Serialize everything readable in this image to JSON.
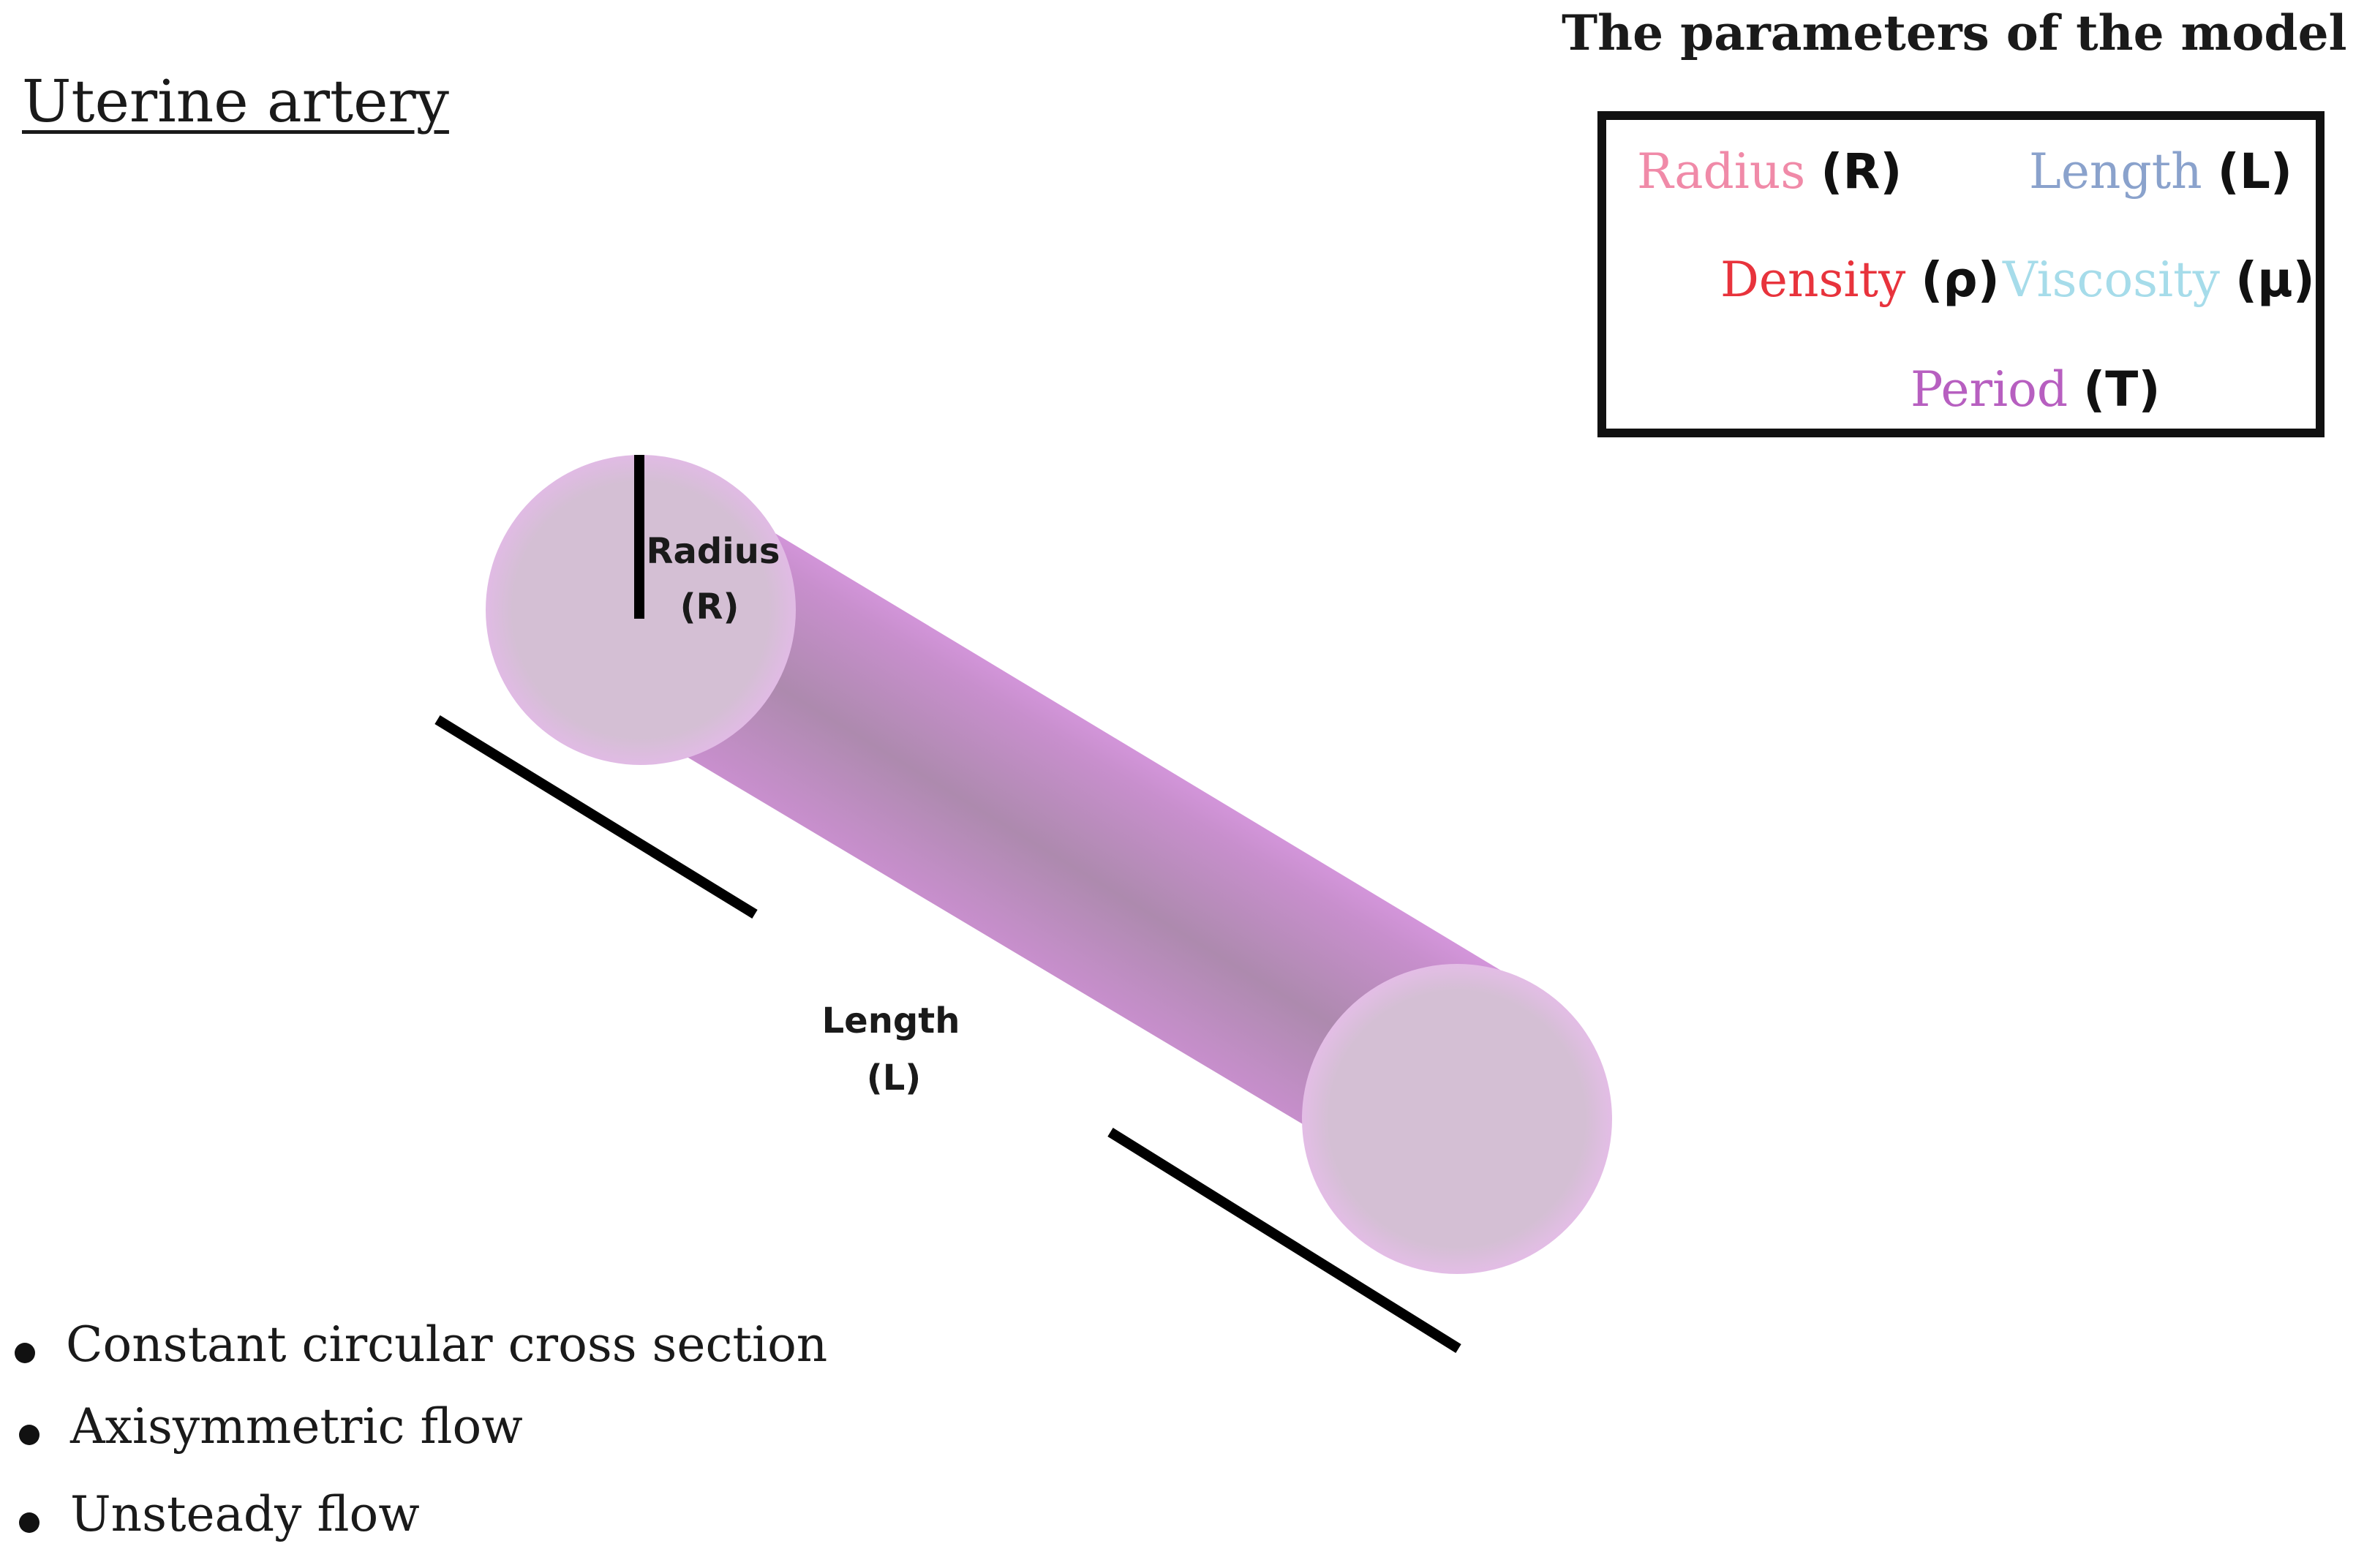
{
  "title": "Uterine artery",
  "parameters": {
    "heading": "The parameters of the model are:",
    "items": [
      {
        "name": "Radius",
        "symbol": "(R)",
        "color": "#f08aa8"
      },
      {
        "name": "Length",
        "symbol": "(L)",
        "color": "#8aa2cc"
      },
      {
        "name": "Density",
        "symbol": "(ρ)",
        "color": "#e8333c"
      },
      {
        "name": "Viscosity",
        "symbol": "(μ)",
        "color": "#a6dcea"
      },
      {
        "name": "Period",
        "symbol": "(T)",
        "color": "#b75fc0"
      }
    ]
  },
  "diagram": {
    "radius_label": "Radius",
    "radius_symbol": "(R)",
    "length_label": "Length",
    "length_symbol": "(L)",
    "cylinder_color": "#cf8fd8",
    "cylinder_core_color": "#ad8aae",
    "end_cap_color": "#d4bfd4"
  },
  "assumptions": [
    "Constant circular cross section",
    "Axisymmetric flow",
    "Unsteady flow"
  ]
}
